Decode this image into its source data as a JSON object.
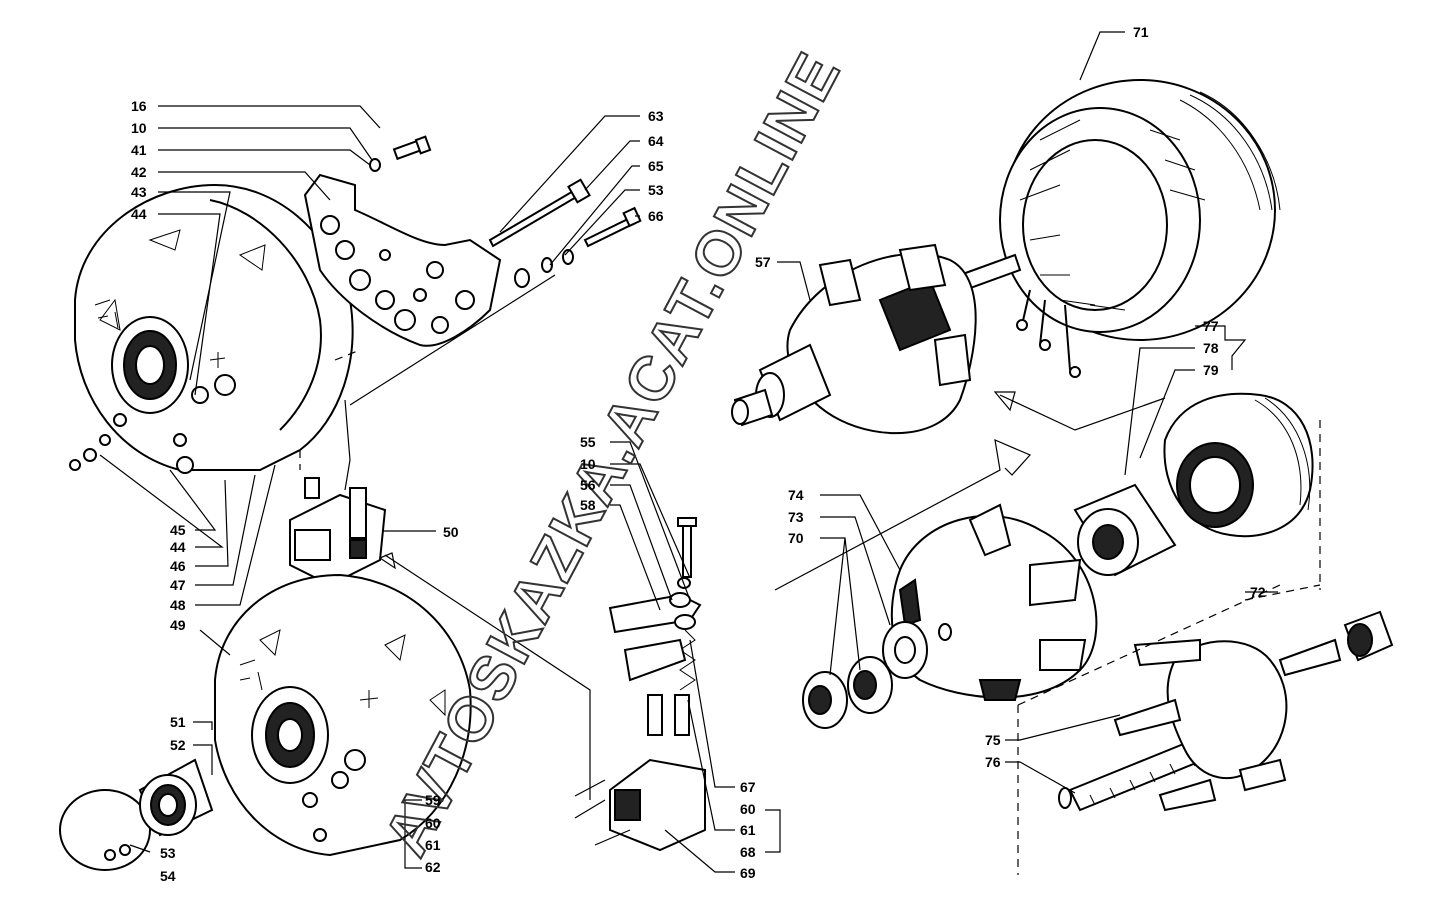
{
  "watermark": "AVTOSKAZKA.ACAT.ONLINE",
  "callouts": [
    "16",
    "10",
    "41",
    "42",
    "43",
    "44",
    "45",
    "44",
    "46",
    "47",
    "48",
    "49",
    "50",
    "51",
    "52",
    "53",
    "54",
    "63",
    "64",
    "65",
    "53",
    "66",
    "57",
    "71",
    "77",
    "78",
    "79",
    "55",
    "10",
    "56",
    "58",
    "74",
    "73",
    "70",
    "72",
    "75",
    "76",
    "67",
    "60",
    "61",
    "68",
    "69",
    "59",
    "60",
    "61",
    "62"
  ]
}
